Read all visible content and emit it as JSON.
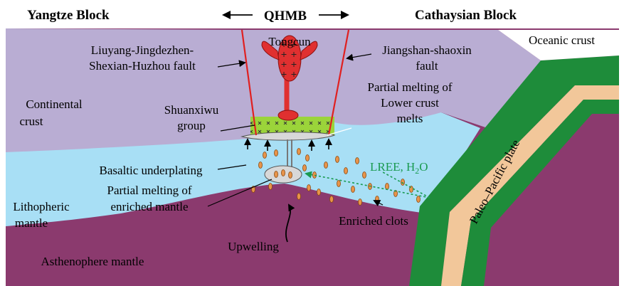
{
  "header": {
    "left_block": "Yangtze Block",
    "center_label": "QHMB",
    "right_block": "Cathaysian Block",
    "oceanic": "Oceanic crust"
  },
  "labels": {
    "tongcun": "Tongcun",
    "liuyang_line1": "Liuyang-Jingdezhen-",
    "liuyang_line2": "Shexian-Huzhou fault",
    "jiangshan_line1": "Jiangshan-shaoxin",
    "jiangshan_line2": "fault",
    "continental_line1": "Continental",
    "continental_line2": "crust",
    "shuanxiwu_line1": "Shuanxiwu",
    "shuanxiwu_line2": "group",
    "partial_lower_line1": "Partial melting of",
    "partial_lower_line2": "Lower crust",
    "partial_lower_line3": "melts",
    "basaltic": "Basaltic underplating",
    "partial_enriched_line1": "Partial melting of",
    "partial_enriched_line2": "enriched mantle",
    "lree_prefix": "LREE, H",
    "lree_sub": "2",
    "lree_suffix": "O",
    "lithopheric_line1": "Lithopheric",
    "lithopheric_line2": "mantle",
    "enriched_clots": "Enriched clots",
    "upwelling": "Upwelling",
    "asthenosphere": "Asthenophere mantle",
    "paleo_pacific": "Paleo–Pacific plate"
  },
  "colors": {
    "crust": "#B9ADD3",
    "lithosphere": "#A8DFF5",
    "asthenosphere": "#8B3A6E",
    "oceanic_green": "#1E8C3A",
    "slab_tan": "#F2C79A",
    "fault_red": "#E02020",
    "intrusion_red": "#E03030",
    "shuanxiwu_green": "#9BD43A",
    "clot_orange": "#E8944A",
    "lree_green": "#1A9A50"
  }
}
